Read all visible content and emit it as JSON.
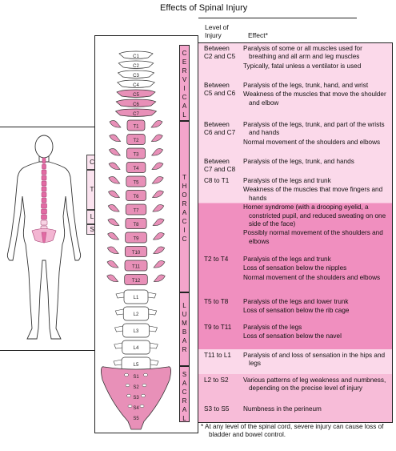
{
  "title": "Effects of Spinal Injury",
  "headers": {
    "level": "Level of Injury",
    "effect": "Effect*"
  },
  "colors": {
    "light_pink": "#fbd9ea",
    "mid_pink": "#f7bcd8",
    "dark_pink": "#f08fbf",
    "region_bar": "#f3a5cb",
    "bone_pink": "#e890b8"
  },
  "regions": [
    {
      "name": "CERVICAL",
      "letters": [
        "C",
        "E",
        "R",
        "V",
        "I",
        "C",
        "A",
        "L"
      ]
    },
    {
      "name": "THORACIC",
      "letters": [
        "T",
        "H",
        "O",
        "R",
        "A",
        "C",
        "I",
        "C"
      ]
    },
    {
      "name": "LUMBAR",
      "letters": [
        "L",
        "U",
        "M",
        "B",
        "A",
        "R"
      ]
    },
    {
      "name": "SACRAL",
      "letters": [
        "S",
        "A",
        "C",
        "R",
        "A",
        "L"
      ]
    }
  ],
  "body_brackets": [
    "C",
    "T",
    "L",
    "S"
  ],
  "vertebrae": {
    "cervical": [
      "C1",
      "C2",
      "C3",
      "C4",
      "C5",
      "C6",
      "C7"
    ],
    "thoracic": [
      "T1",
      "T2",
      "T3",
      "T4",
      "T5",
      "T6",
      "T7",
      "T8",
      "T9",
      "T10",
      "T11",
      "T12"
    ],
    "lumbar": [
      "L1",
      "L2",
      "L3",
      "L4",
      "L5"
    ],
    "sacral": [
      "S1",
      "S2",
      "S3",
      "S4",
      "S5"
    ]
  },
  "rows": [
    {
      "level": [
        "Between",
        "C2 and C5"
      ],
      "effects": [
        "Paralysis of some or all muscles used for breathing and all arm and leg muscles",
        "Typically, fatal unless a ventilator is used"
      ],
      "shade": "light"
    },
    {
      "level": [
        "Between",
        "C5 and C6"
      ],
      "effects": [
        "Paralysis of the legs, trunk, hand, and wrist",
        "Weakness of the muscles that move the shoulder and elbow"
      ],
      "shade": "light"
    },
    {
      "level": [
        "Between",
        "C6 and C7"
      ],
      "effects": [
        "Paralysis of the legs, trunk, and part of the wrists and hands",
        "Normal movement of the shoulders and elbows"
      ],
      "shade": "light"
    },
    {
      "level": [
        "Between",
        "C7 and C8"
      ],
      "effects": [
        "Paralysis of the legs, trunk, and hands"
      ],
      "shade": "light"
    },
    {
      "level": [
        "C8 to T1"
      ],
      "effects": [
        "Paralysis of the legs and trunk",
        "Weakness of the muscles that move fingers and hands",
        "Horner syndrome (with a drooping eyelid, a constricted pupil, and reduced sweating on one side of the face)",
        "Possibly normal movement of the shoulders and elbows"
      ],
      "shade": "mixed"
    },
    {
      "level": [
        "T2 to T4"
      ],
      "effects": [
        "Paralysis of the legs and trunk",
        "Loss of sensation below the nipples",
        "Normal movement of the shoulders and elbows"
      ],
      "shade": "dark"
    },
    {
      "level": [
        "T5 to T8"
      ],
      "effects": [
        "Paralysis of the legs and lower trunk",
        "Loss of sensation below the rib cage"
      ],
      "shade": "dark"
    },
    {
      "level": [
        "T9 to T11"
      ],
      "effects": [
        "Paralysis of the legs",
        "Loss of sensation below the navel"
      ],
      "shade": "dark"
    },
    {
      "level": [
        "T11 to L1"
      ],
      "effects": [
        "Paralysis of and loss of sensation in the hips and legs"
      ],
      "shade": "light"
    },
    {
      "level": [
        "L2 to S2"
      ],
      "effects": [
        "Various patterns of leg weakness and numbness, depending on the precise level of injury"
      ],
      "shade": "mid"
    },
    {
      "level": [
        "S3 to S5"
      ],
      "effects": [
        "Numbness in the perineum"
      ],
      "shade": "mid"
    }
  ],
  "footnote": "* At any level of the spinal cord, severe injury can cause loss of bladder and bowel control."
}
